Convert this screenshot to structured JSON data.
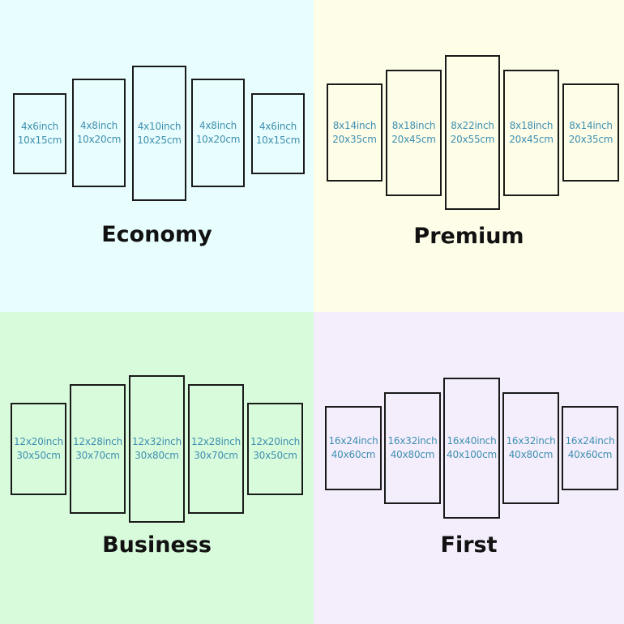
{
  "colors": {
    "economy_bg": "#e8fdfd",
    "premium_bg": "#fdfde8",
    "business_bg": "#d8fbdc",
    "first_bg": "#f4eefc",
    "label_text": "#3f8fb0",
    "frame_stroke": "#1a1a1a"
  },
  "tiers": [
    {
      "name": "Economy",
      "panels": [
        {
          "inch": "4x6inch",
          "cm": "10x15cm"
        },
        {
          "inch": "4x8inch",
          "cm": "10x20cm"
        },
        {
          "inch": "4x10inch",
          "cm": "10x25cm"
        },
        {
          "inch": "4x8inch",
          "cm": "10x20cm"
        },
        {
          "inch": "4x6inch",
          "cm": "10x15cm"
        }
      ]
    },
    {
      "name": "Premium",
      "panels": [
        {
          "inch": "8x14inch",
          "cm": "20x35cm"
        },
        {
          "inch": "8x18inch",
          "cm": "20x45cm"
        },
        {
          "inch": "8x22inch",
          "cm": "20x55cm"
        },
        {
          "inch": "8x18inch",
          "cm": "20x45cm"
        },
        {
          "inch": "8x14inch",
          "cm": "20x35cm"
        }
      ]
    },
    {
      "name": "Business",
      "panels": [
        {
          "inch": "12x20inch",
          "cm": "30x50cm"
        },
        {
          "inch": "12x28inch",
          "cm": "30x70cm"
        },
        {
          "inch": "12x32inch",
          "cm": "30x80cm"
        },
        {
          "inch": "12x28inch",
          "cm": "30x70cm"
        },
        {
          "inch": "12x20inch",
          "cm": "30x50cm"
        }
      ]
    },
    {
      "name": "First",
      "panels": [
        {
          "inch": "16x24inch",
          "cm": "40x60cm"
        },
        {
          "inch": "16x32inch",
          "cm": "40x80cm"
        },
        {
          "inch": "16x40inch",
          "cm": "40x100cm"
        },
        {
          "inch": "16x32inch",
          "cm": "40x80cm"
        },
        {
          "inch": "16x24inch",
          "cm": "40x60cm"
        }
      ]
    }
  ]
}
